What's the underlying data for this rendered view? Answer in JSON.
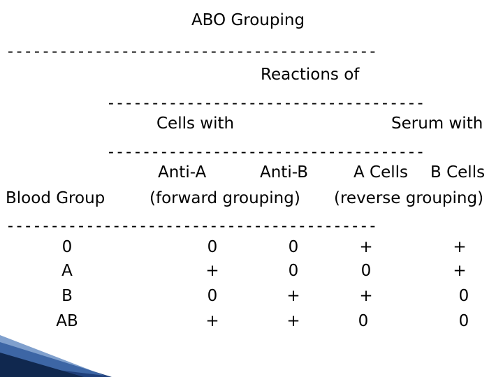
{
  "title": "ABO Grouping",
  "header": {
    "reactions_of": "Reactions of",
    "cells_with": "Cells with",
    "serum_with": "Serum with",
    "anti_a": "Anti-A",
    "anti_b": "Anti-B",
    "a_cells": "A Cells",
    "b_cells": "B Cells",
    "blood_group": "Blood Group",
    "forward": "(forward grouping)",
    "reverse": "(reverse grouping)"
  },
  "dash_long": "------------------------------------------",
  "dash_mid": "------------------------------------",
  "rows": [
    {
      "group": "0",
      "anti_a": "0",
      "anti_b": "0",
      "a_cells": "+",
      "b_cells": "+"
    },
    {
      "group": "A",
      "anti_a": "+",
      "anti_b": "0",
      "a_cells": "0",
      "b_cells": "+"
    },
    {
      "group": "B",
      "anti_a": "0",
      "anti_b": "+",
      "a_cells": "+",
      "b_cells": "0"
    },
    {
      "group": "AB",
      "anti_a": "+",
      "anti_b": "+",
      "a_cells": "0",
      "b_cells": "0"
    }
  ]
}
